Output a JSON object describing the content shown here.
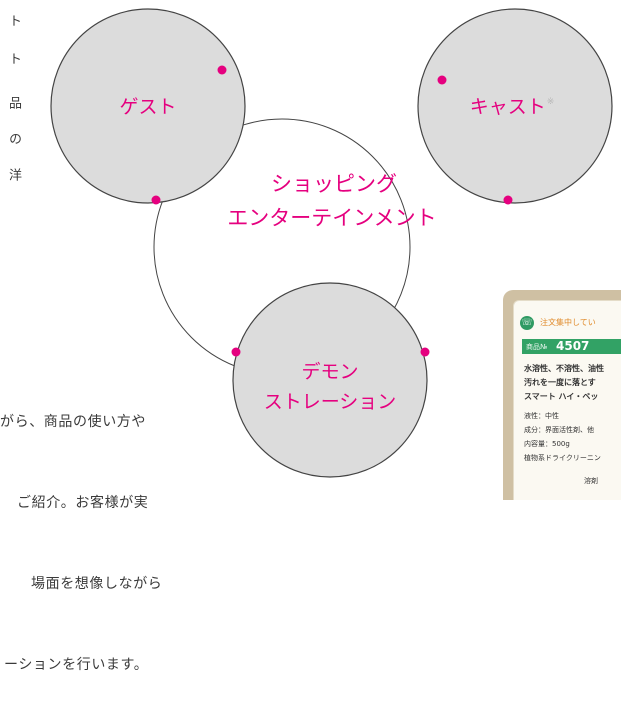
{
  "diagram": {
    "nodes": [
      {
        "id": "guest",
        "label": "ゲスト",
        "sup": ""
      },
      {
        "id": "cast",
        "label": "キャスト",
        "sup": "※"
      },
      {
        "id": "demo",
        "label_lines": [
          "デモン",
          "ストレーション"
        ]
      }
    ],
    "center_lines": [
      "ショッピング",
      "エンターテインメント"
    ],
    "colors": {
      "accent": "#e5007f",
      "node_fill": "#dcdcdc",
      "stroke": "#444444"
    }
  },
  "left_vertical_text": [
    "ト",
    "ト",
    "品",
    "の",
    "洋"
  ],
  "description_lines": [
    "がら、商品の使い方や",
    "ご紹介。お客様が実",
    "場面を想像しながら",
    "ーションを行います。"
  ],
  "product_card": {
    "header": "注文集中してい",
    "id_label": "商品№",
    "id_value": "4507",
    "lines": [
      "水溶性、不溶性、油性",
      "汚れを一度に落とす",
      "スマート ハイ・ベッ",
      "液性：中性",
      "成分：界面活性剤、他",
      "内容量：500g",
      "植物系ドライクリーニン"
    ],
    "last": "溶剤"
  }
}
